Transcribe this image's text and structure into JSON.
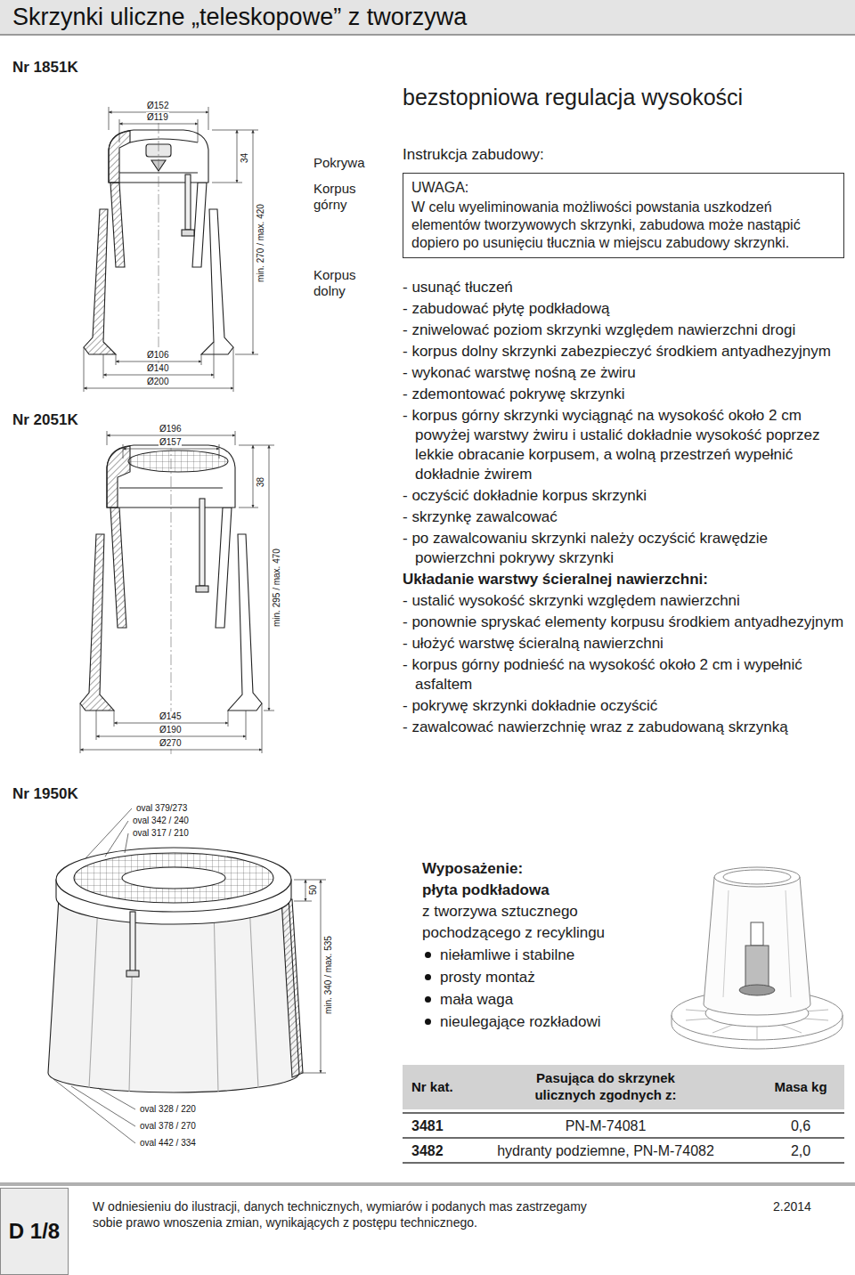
{
  "diagram": {
    "title": "Skrzynki uliczne „teleskopowe” z tworzywa",
    "nodes": [
      {
        "text": [
          "UWAGA:",
          "W celu wyeliminowania możliwości powstania uszkodzeń elementów tworzywowych skrzynki, zabudowa może nastąpić dopiero po usunięciu tłucznia w miejscu zabudowy skrzynki."
        ]
      },
      {
        "text": [
          "D 1/8"
        ]
      }
    ],
    "labels": [
      "Nr 1851K",
      "bezstopniowa regulacja wysokości",
      "Instrukcja zabudowy:",
      "Pokrywa",
      "Korpus górny",
      "Korpus dolny",
      "Ø152",
      "Ø119",
      "34",
      "min. 270 / max. 420",
      "Ø106",
      "Ø140",
      "Ø200",
      "Nr 2051K",
      "Ø196",
      "Ø157",
      "38",
      "min. 295 / max. 470",
      "Ø145",
      "Ø190",
      "Ø270",
      "Nr 1950K",
      "oval 379/273",
      "oval 342 / 240",
      "oval 317 / 210",
      "50",
      "min. 340 / max. 535",
      "oval 328 / 220",
      "oval 378 / 270",
      "oval 442 / 334",
      "- usunąć tłuczeń",
      "- zabudować płytę podkładową",
      "- zniwelować poziom skrzynki względem nawierzchni drogi",
      "- korpus dolny skrzynki zabezpieczyć środkiem antyadhezyjnym",
      "- wykonać warstwę nośną ze żwiru",
      "- zdemontować pokrywę skrzynki",
      "- korpus górny skrzynki wyciągnąć na wysokość około 2 cm powyżej warstwy żwiru i ustalić dokładnie wysokość poprzez lekkie obracanie korpusem, a wolną przestrzeń wypełnić dokładnie żwirem",
      "- oczyścić dokładnie korpus skrzynki",
      "- skrzynkę zawalcować",
      "- po zawalcowaniu skrzynki należy oczyścić krawędzie powierzchni pokrywy skrzynki",
      "Układanie warstwy ścieralnej nawierzchni:",
      "- ustalić wysokość skrzynki względem nawierzchni",
      "- ponownie spryskać elementy korpusu środkiem antyadhezyjnym",
      "- ułożyć warstwę ścieralną nawierzchni",
      "- korpus górny podnieść na wysokość około 2 cm i wypełnić asfaltem",
      "- pokrywę skrzynki dokładnie oczyścić",
      "- zawalcować nawierzchnię wraz z zabudowaną skrzynką",
      "Wyposażenie:",
      "płyta podkładowa",
      "z tworzywa sztucznego pochodzącego z recyklingu",
      "niełamliwe i stabilne",
      "prosty montaż",
      "mała waga",
      "nieulegające rozkładowi",
      "Nr kat.",
      "Pasująca do skrzynek ulicznych zgodnych z:",
      "Masa kg",
      "3481",
      "PN-M-74081",
      "0,6",
      "3482",
      "hydranty podziemne, PN-M-74082",
      "2,0",
      "W odniesieniu do ilustracji, danych technicznych, wymiarów i podanych mas zastrzegamy sobie prawo wnoszenia zmian, wynikających z postępu technicznego.",
      "2.2014"
    ]
  }
}
